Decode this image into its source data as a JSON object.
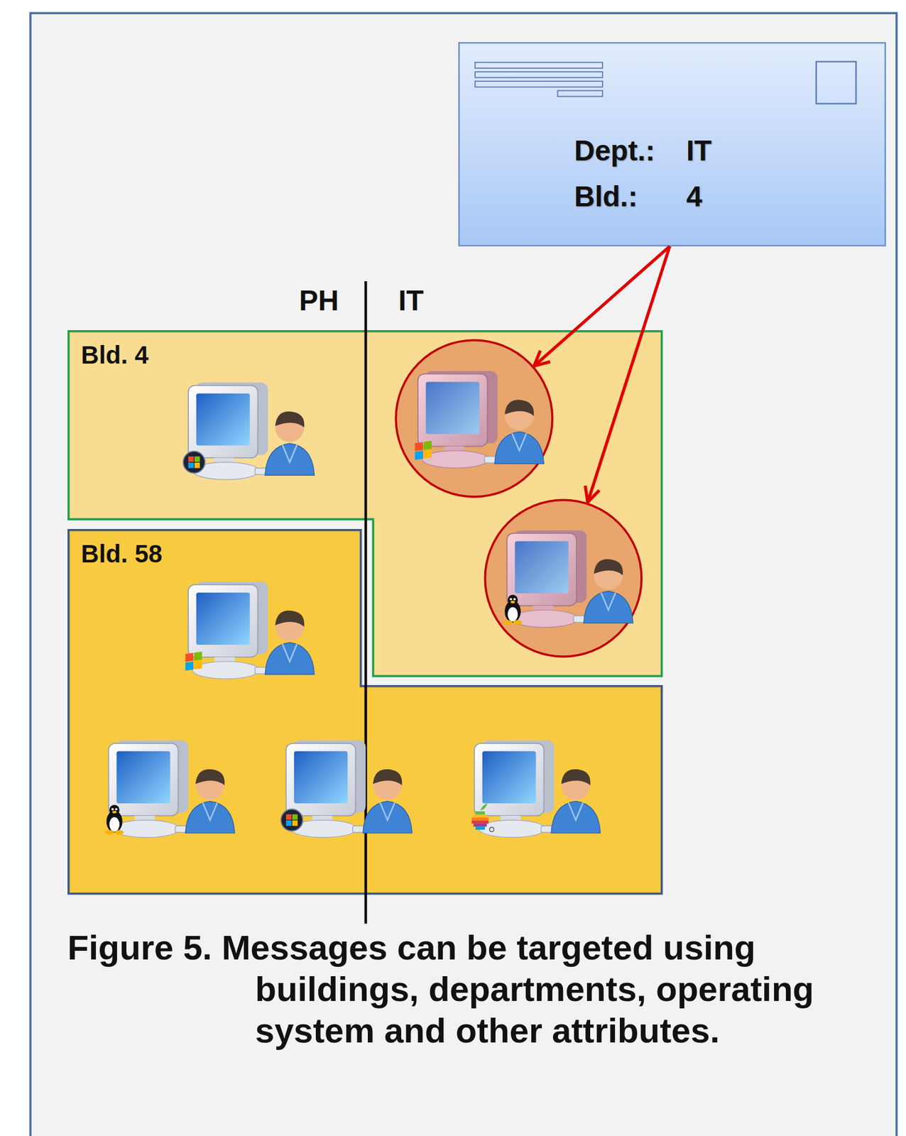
{
  "diagram": {
    "caption": "Figure 5. Messages can be targeted using buildings, departments, operating system and other attributes.",
    "nodes": [
      {
        "text": [
          "Dept.:",
          "IT",
          "Bld.:",
          "4"
        ]
      },
      {
        "text": [
          "Bld. 4"
        ]
      },
      {
        "text": [
          "Bld. 58"
        ]
      },
      {
        "text": [],
        "in": 1
      },
      {
        "text": [],
        "in": 1
      }
    ],
    "edges": [
      {
        "from": 0,
        "to": 3,
        "arrow": "to"
      },
      {
        "from": 0,
        "to": 4,
        "arrow": "to"
      }
    ],
    "labels": [
      "PH",
      "IT"
    ]
  }
}
